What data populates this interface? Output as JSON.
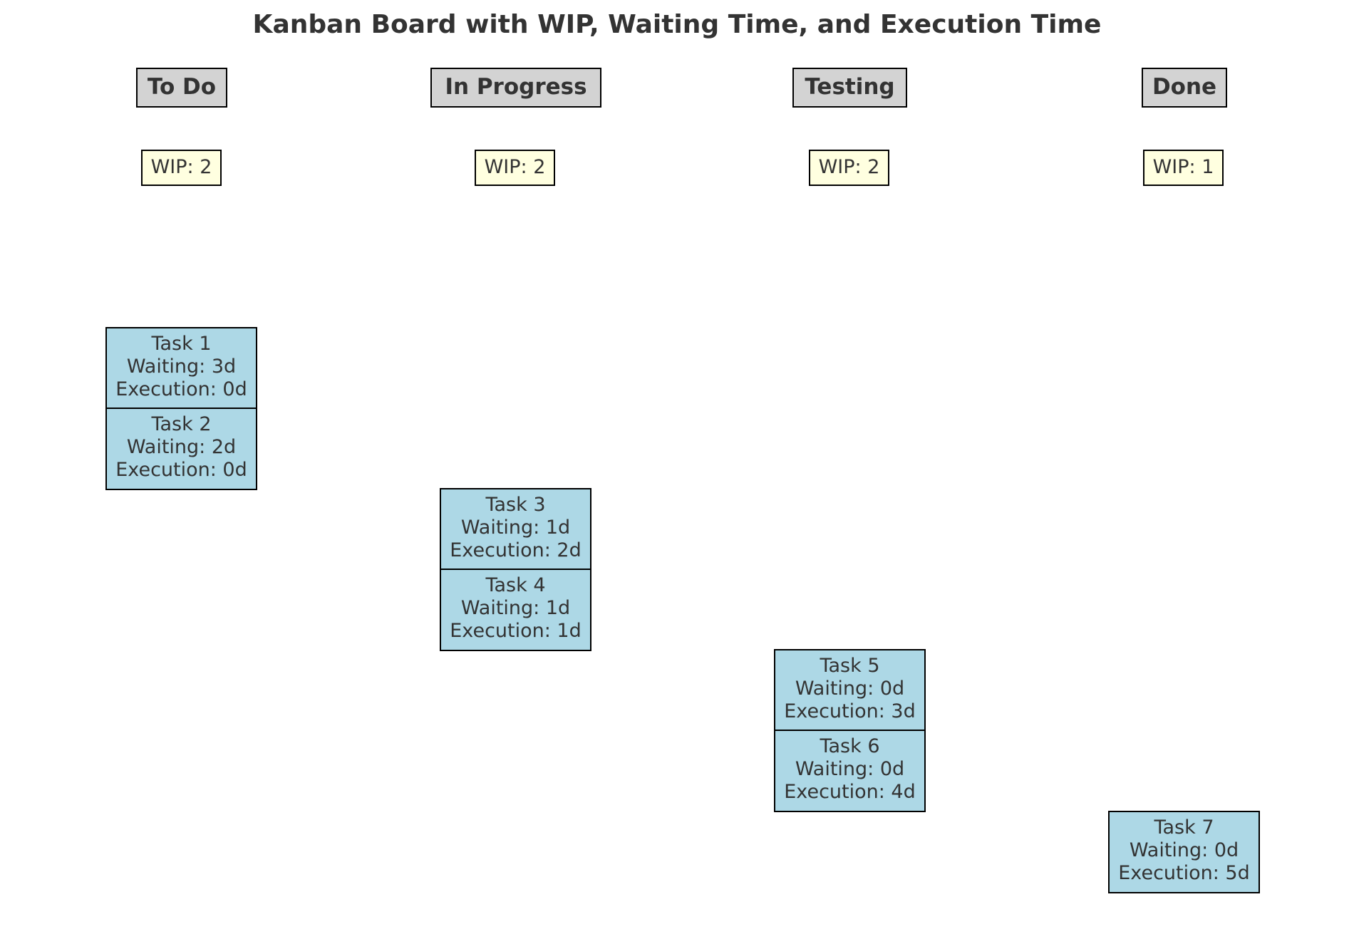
{
  "title": "Kanban Board with WIP, Waiting Time, and Execution Time",
  "colors": {
    "header_fill": "#d3d3d3",
    "wip_fill": "#ffffe0",
    "task_fill": "#add8e6",
    "text": "#333333"
  },
  "columns": [
    {
      "name": "To Do",
      "wip": "WIP: 2",
      "tasks": [
        {
          "name": "Task 1",
          "waiting": "Waiting: 3d",
          "execution": "Execution: 0d"
        },
        {
          "name": "Task 2",
          "waiting": "Waiting: 2d",
          "execution": "Execution: 0d"
        }
      ]
    },
    {
      "name": "In Progress",
      "wip": "WIP: 2",
      "tasks": [
        {
          "name": "Task 3",
          "waiting": "Waiting: 1d",
          "execution": "Execution: 2d"
        },
        {
          "name": "Task 4",
          "waiting": "Waiting: 1d",
          "execution": "Execution: 1d"
        }
      ]
    },
    {
      "name": "Testing",
      "wip": "WIP: 2",
      "tasks": [
        {
          "name": "Task 5",
          "waiting": "Waiting: 0d",
          "execution": "Execution: 3d"
        },
        {
          "name": "Task 6",
          "waiting": "Waiting: 0d",
          "execution": "Execution: 4d"
        }
      ]
    },
    {
      "name": "Done",
      "wip": "WIP: 1",
      "tasks": [
        {
          "name": "Task 7",
          "waiting": "Waiting: 0d",
          "execution": "Execution: 5d"
        }
      ]
    }
  ]
}
